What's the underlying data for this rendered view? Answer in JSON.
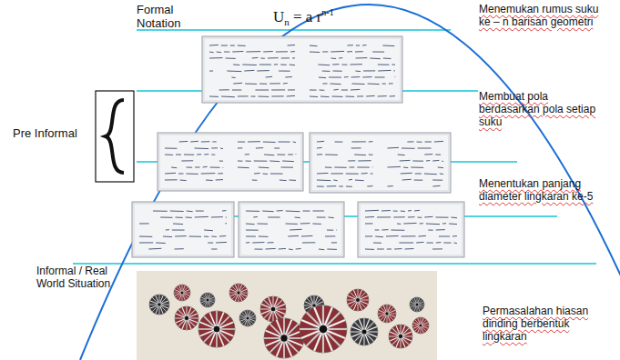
{
  "diagram": {
    "labels": [
      "Formal Notation",
      "U",
      "n",
      "= a r",
      "n-1",
      "Menemukan rumus suku ke – n barisan geometri",
      "Pre Informal",
      "Membuat pola berdasarkan pola setiap suku",
      "Menentukan panjang diameter lingkaran ke-5",
      "Informal / Real World Situation",
      "Permasalahan hiasan dinding berbentuk lingkaran"
    ]
  }
}
